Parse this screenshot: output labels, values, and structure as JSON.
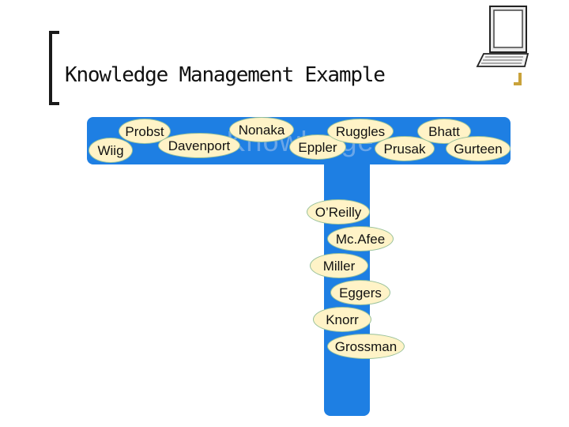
{
  "slide": {
    "title": "Knowledge Management Example",
    "background_text": "Knowledge",
    "colors": {
      "t_shape": "#1e7fe3",
      "bubble_fill": "#fff3c7",
      "bubble_border": "#98c19a",
      "bracket": "#1a1a1a",
      "accent_gold": "#c9a23a"
    }
  },
  "names": {
    "horizontal": [
      "Wiig",
      "Probst",
      "Davenport",
      "Nonaka",
      "Eppler",
      "Ruggles",
      "Prusak",
      "Bhatt",
      "Gurteen"
    ],
    "vertical": [
      "O’Reilly",
      "Mc.Afee",
      "Miller",
      "Eggers",
      "Knorr",
      "Grossman"
    ]
  },
  "icons": {
    "decoration": "laptop-icon"
  }
}
